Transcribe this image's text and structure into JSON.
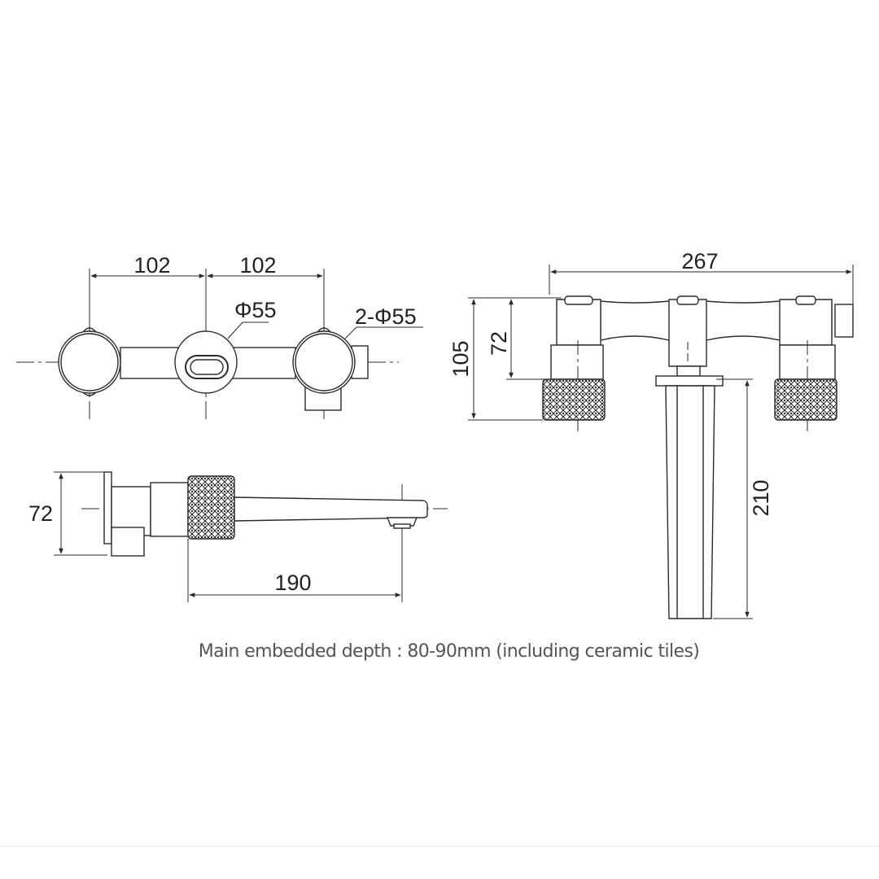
{
  "colors": {
    "line": "#2a2a2a",
    "text": "#222222",
    "note": "#555555"
  },
  "front_view": {
    "dims": {
      "left_spacing": "102",
      "right_spacing": "102",
      "center_diameter": "Φ55",
      "side_diameters": "2-Φ55"
    }
  },
  "side_view": {
    "dims": {
      "height": "72",
      "spout_length": "190"
    }
  },
  "top_view": {
    "dims": {
      "overall_width": "267",
      "outer_height": "105",
      "inner_height": "72",
      "spout_depth": "210"
    }
  },
  "note": "Main embedded depth : 80-90mm (including ceramic tiles)"
}
